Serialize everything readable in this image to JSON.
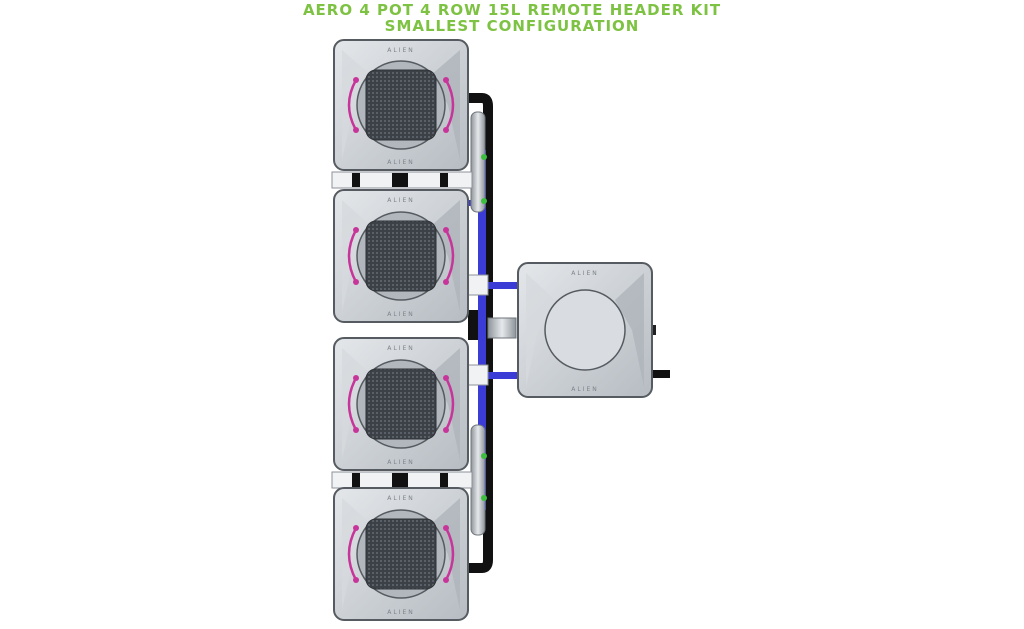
{
  "title": {
    "line1": "AERO 4 POT 4 ROW 15L REMOTE HEADER KIT",
    "line2": "SMALLEST CONFIGURATION"
  },
  "diagram": {
    "pot_count": 4,
    "header_tank_count": 1,
    "lid_text": "ALIEN",
    "colors": {
      "title": "#7dc242",
      "pot_body": "#c9ced3",
      "pot_edge": "#555b61",
      "planter": "#4a4f55",
      "feed_pipe": "#3b3bd6",
      "drip_line": "#c8359a",
      "connector": "#3fbf3f",
      "drain_pipe": "#111111"
    }
  }
}
